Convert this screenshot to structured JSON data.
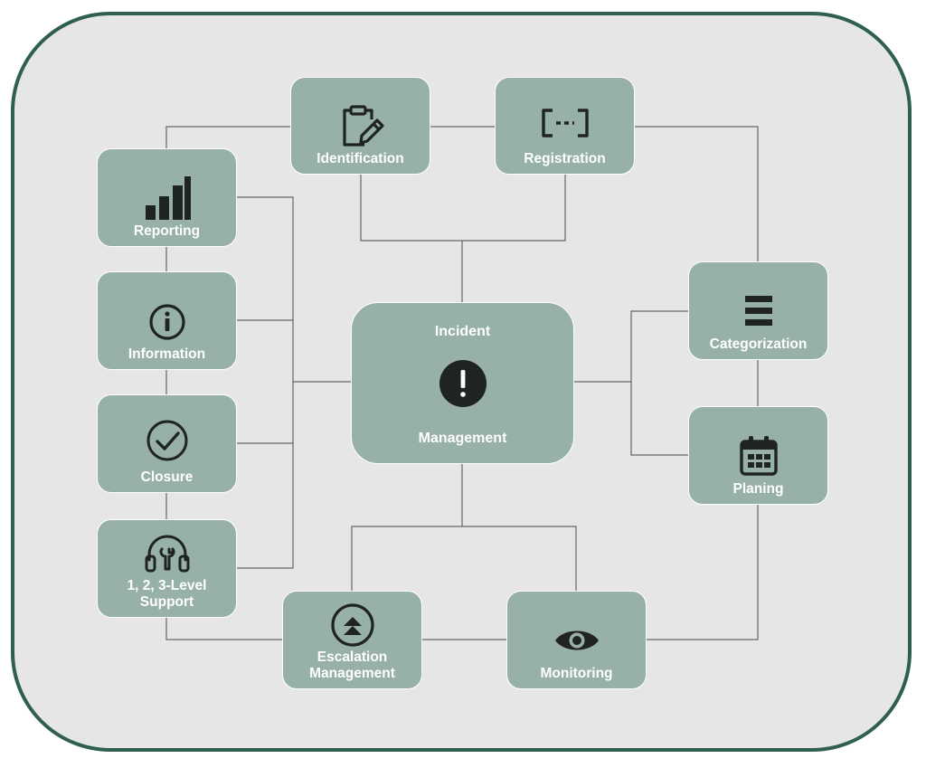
{
  "diagram": {
    "center": {
      "line1": "Incident",
      "line2": "Management"
    },
    "nodes": {
      "identification": "Identification",
      "registration": "Registration",
      "reporting": "Reporting",
      "information": "Information",
      "closure": "Closure",
      "support_line1": "1, 2, 3-Level",
      "support_line2": "Support",
      "categorization": "Categorization",
      "planing": "Planing",
      "escalation_line1": "Escalation",
      "escalation_line2": "Management",
      "monitoring": "Monitoring"
    },
    "icons": {
      "identification": "clipboard-pencil-icon",
      "registration": "bracket-link-icon",
      "reporting": "bar-chart-icon",
      "information": "info-circle-icon",
      "closure": "check-circle-icon",
      "support": "headset-wrench-icon",
      "categorization": "list-lines-icon",
      "planing": "calendar-icon",
      "escalation": "double-up-arrow-icon",
      "monitoring": "eye-icon",
      "center": "exclamation-circle-icon"
    },
    "colors": {
      "frame_border": "#2f5f4f",
      "node_fill": "#97b1a6",
      "background": "#e6e6e6",
      "connector": "#666666",
      "icon": "#1f2421"
    }
  }
}
